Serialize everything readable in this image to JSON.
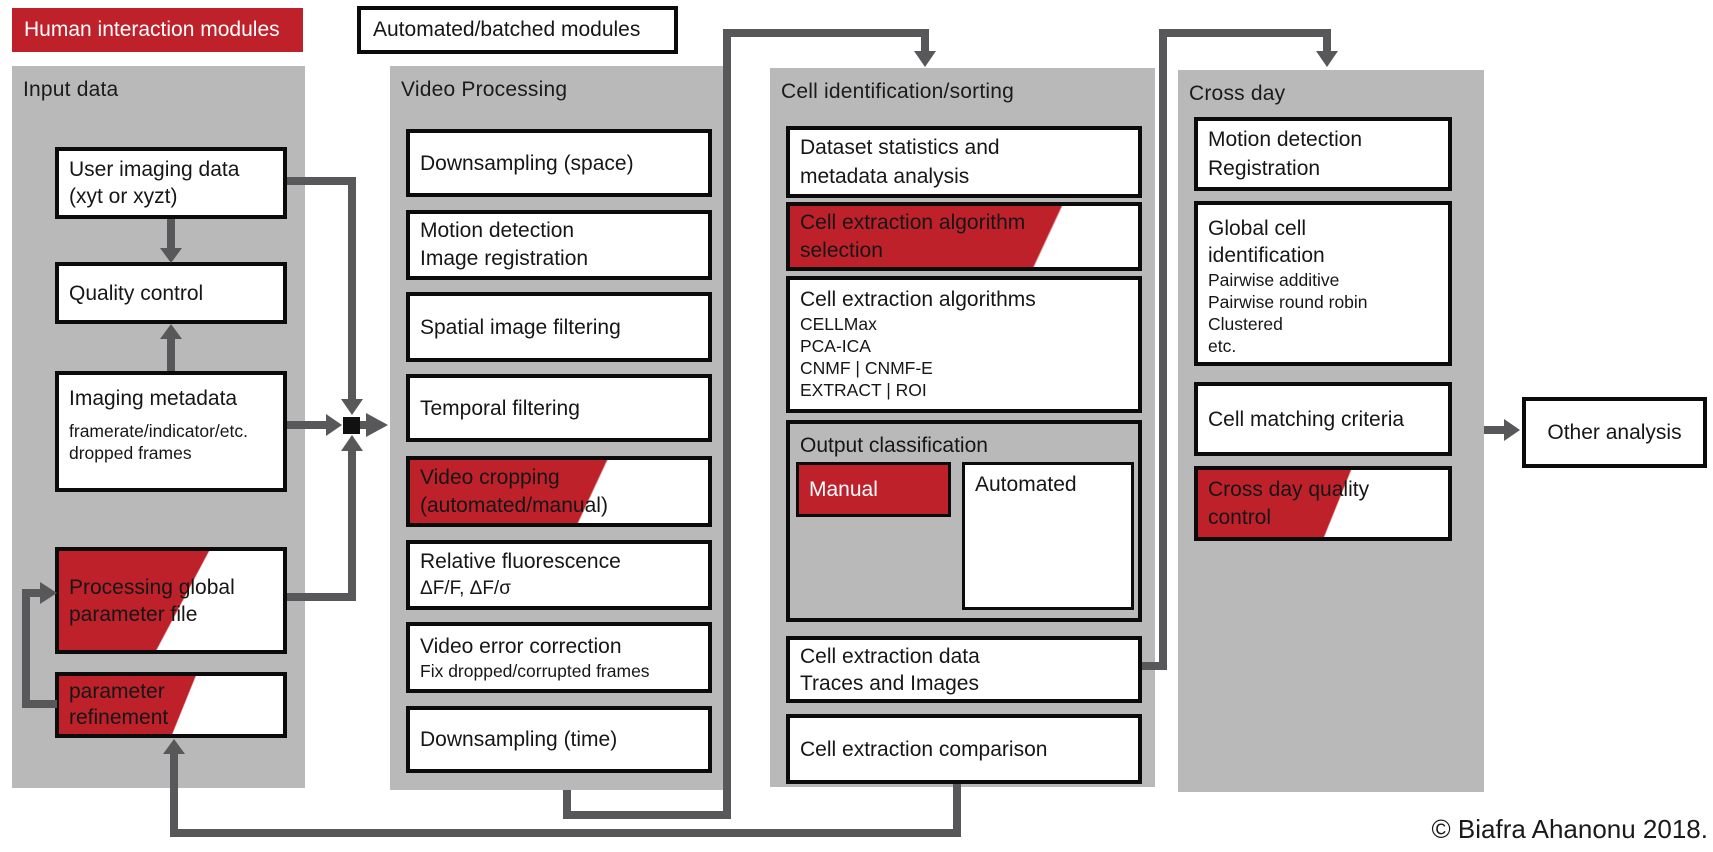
{
  "legend": {
    "human": "Human interaction modules",
    "automated": "Automated/batched modules"
  },
  "columns": {
    "input": {
      "title": "Input data",
      "user_imaging": {
        "line1": "User imaging data",
        "line2": "(xyt or xyzt)"
      },
      "quality_control": {
        "line1": "Quality control"
      },
      "imaging_metadata": {
        "line1": "Imaging metadata",
        "line2": "framerate/indicator/etc.",
        "line3": "dropped frames"
      },
      "processing_global": {
        "line1": "Processing global",
        "line2": "parameter file"
      },
      "parameter_refinement": {
        "line1": "parameter",
        "line2": "refinement"
      }
    },
    "video": {
      "title": "Video Processing",
      "downsampling_space": {
        "line1": "Downsampling  (space)"
      },
      "motion_detection": {
        "line1": "Motion detection",
        "line2": "Image registration"
      },
      "spatial_filtering": {
        "line1": "Spatial image  filtering"
      },
      "temporal_filtering": {
        "line1": "Temporal filtering"
      },
      "video_cropping": {
        "line1": "Video cropping",
        "line2": "(automated/manual)"
      },
      "relative_fluorescence": {
        "line1": "Relative fluorescence",
        "line2": "ΔF/F, ΔF/σ"
      },
      "video_error": {
        "line1": "Video error correction",
        "line2": "Fix dropped/corrupted frames"
      },
      "downsampling_time": {
        "line1": "Downsampling  (time)"
      }
    },
    "cellid": {
      "title": "Cell identification/sorting",
      "dataset_stats": {
        "line1": "Dataset statistics and",
        "line2": "metadata analysis"
      },
      "algorithm_selection": {
        "line1": "Cell extraction algorithm",
        "line2": "selection"
      },
      "algorithms": {
        "line1": "Cell extraction algorithms",
        "line2": "CELLMax",
        "line3": "PCA-ICA",
        "line4": "CNMF | CNMF-E",
        "line5": "EXTRACT | ROI"
      },
      "output_classification": {
        "title": "Output classification",
        "manual": "Manual",
        "automated": "Automated"
      },
      "extraction_data": {
        "line1": "Cell extraction data",
        "line2": "Traces and Images"
      },
      "extraction_comparison": {
        "line1": "Cell extraction comparison"
      }
    },
    "crossday": {
      "title": "Cross day",
      "motion_registration": {
        "line1": "Motion detection",
        "line2": "Registration"
      },
      "global_cell": {
        "line1": "Global cell",
        "line2": "identification",
        "line3": "Pairwise additive",
        "line4": "Pairwise round robin",
        "line5": "Clustered",
        "line6": "etc."
      },
      "matching_criteria": {
        "line1": "Cell matching criteria"
      },
      "crossday_quality": {
        "line1": "Cross day quality",
        "line2": "control"
      }
    }
  },
  "other_analysis": "Other analysis",
  "footer": "© Biafra Ahanonu 2018.",
  "colors": {
    "accent_red": "#bf212b",
    "column_gray": "#b9b9b9",
    "arrow_gray": "#58585a",
    "border_black": "#0b0b0b"
  }
}
